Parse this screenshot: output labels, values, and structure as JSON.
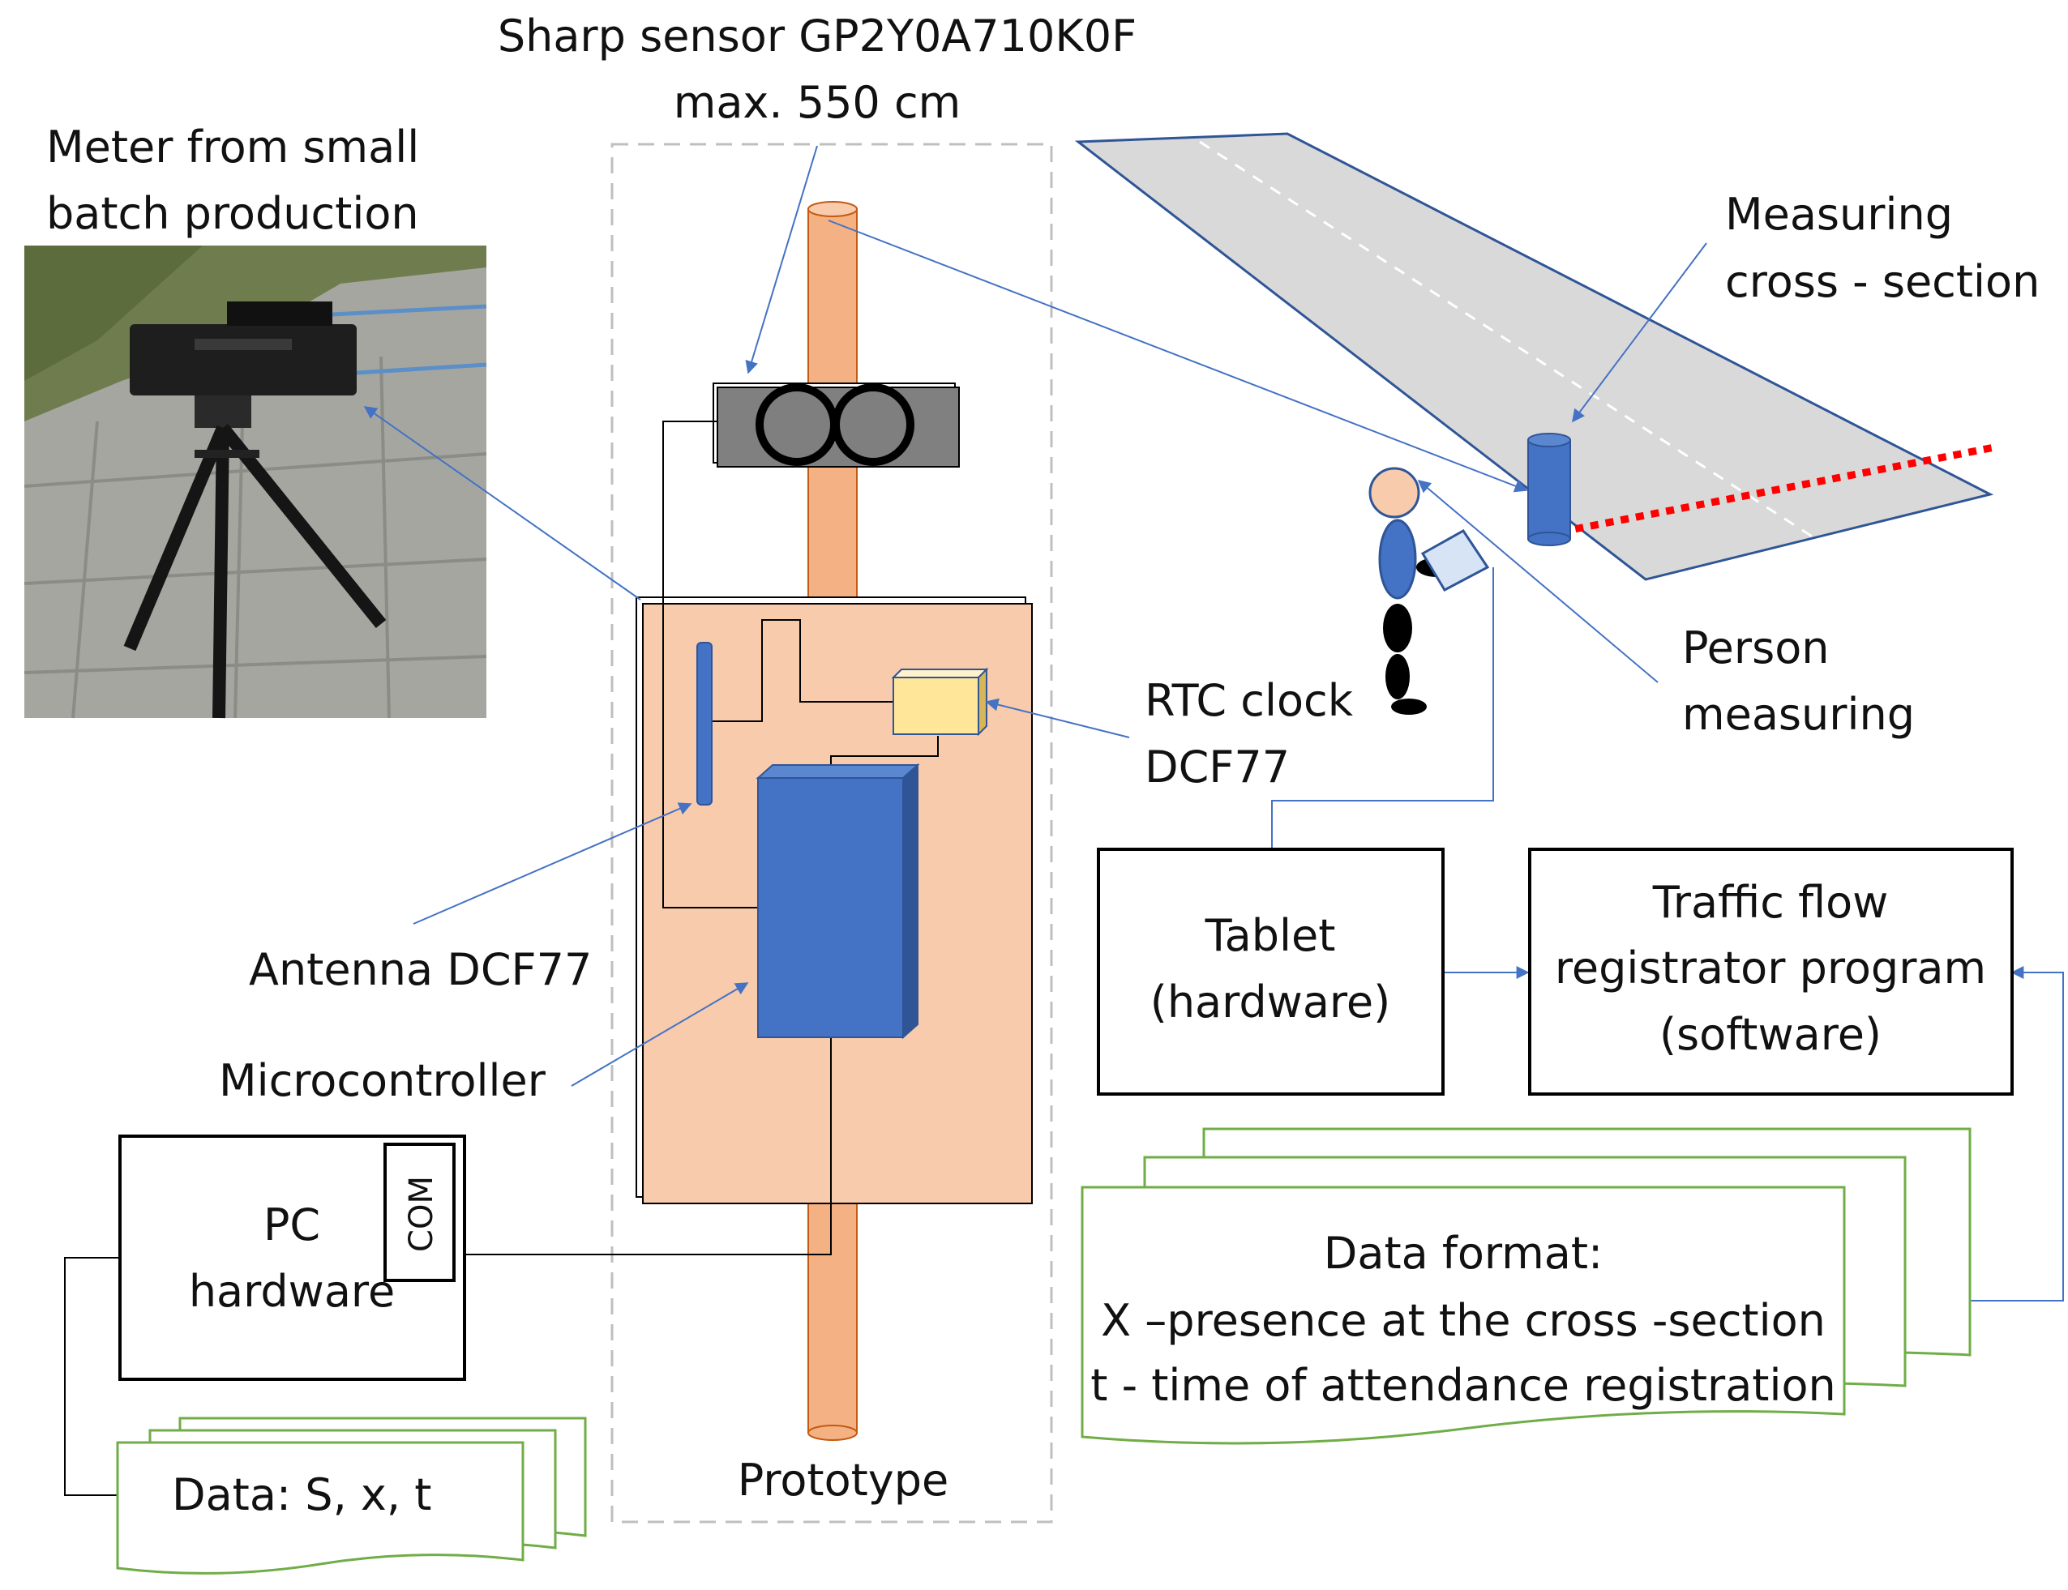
{
  "labels": {
    "sensor_line1": "Sharp sensor GP2Y0A710K0F",
    "sensor_line2": "max. 550 cm",
    "meter_line1": "Meter from small",
    "meter_line2": "batch production",
    "measuring_line1": "Measuring",
    "measuring_line2": "cross - section",
    "person_line1": "Person",
    "person_line2": "measuring",
    "rtc_line1": "RTC clock",
    "rtc_line2": "DCF77",
    "antenna": "Antenna DCF77",
    "microcontroller": "Microcontroller",
    "prototype": "Prototype",
    "pc_line1": "PC",
    "pc_line2": "hardware",
    "com": "COM",
    "data_small": "Data: S, x, t",
    "tablet_line1": "Tablet",
    "tablet_line2": "(hardware)",
    "software_line1": "Traffic flow",
    "software_line2": "registrator program",
    "software_line3": "(software)",
    "format_line1": "Data format:",
    "format_line2": "X –presence at the cross -section",
    "format_line3": "t - time of attendance registration"
  },
  "colors": {
    "connector_blue": "#4472C4",
    "component_blue": "#4472C4",
    "board_fill": "#F7CBAC",
    "pole_fill": "#F4B183",
    "rtc_fill": "#FFE699",
    "road_fill": "#D9D9D9",
    "road_border": "#2F5597",
    "document_green": "#70AD47",
    "cross_section_red": "#FF0000",
    "sensor_fill": "#808080"
  },
  "icons": {
    "photo": "tripod-meter-photo",
    "sensor": "sharp-sensor-icon",
    "person": "person-with-tablet-icon",
    "road": "road-segment-icon"
  }
}
